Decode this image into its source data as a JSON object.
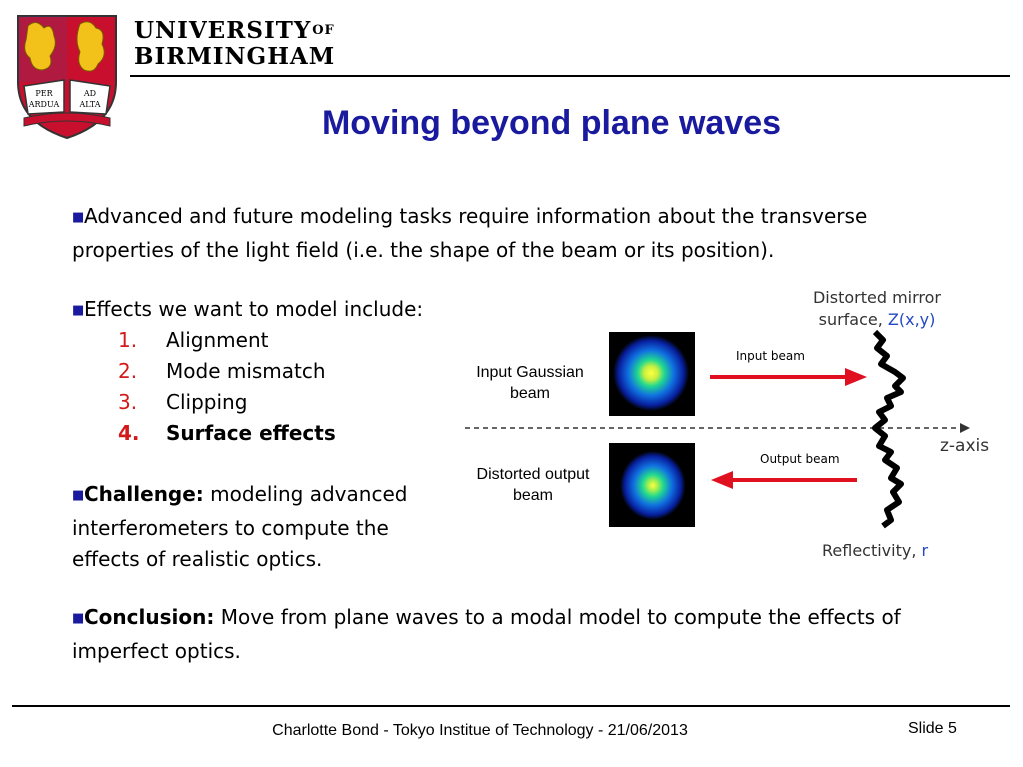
{
  "header": {
    "university_line1": "UNIVERSITY",
    "university_of": "OF",
    "university_line2": "BIRMINGHAM",
    "crest_motto_left_1": "PER",
    "crest_motto_left_2": "ARDUA",
    "crest_motto_right_1": "AD",
    "crest_motto_right_2": "ALTA"
  },
  "slide": {
    "title": "Moving beyond plane waves",
    "bullet1": "Advanced and future modeling tasks require information about the transverse properties of the light field (i.e. the shape of the beam or its position).",
    "bullet2": "Effects we want to model include:",
    "effects": [
      {
        "num": "1.",
        "label": "Alignment"
      },
      {
        "num": "2.",
        "label": "Mode mismatch"
      },
      {
        "num": "3.",
        "label": "Clipping"
      },
      {
        "num": "4.",
        "label": "Surface effects"
      }
    ],
    "bullet3_bold": "Challenge:",
    "bullet3_rest": " modeling advanced interferometers to compute the effects of realistic optics.",
    "bullet4_bold": "Conclusion:",
    "bullet4_rest": " Move from plane waves to a modal model to compute the effects of imperfect optics."
  },
  "diagram": {
    "input_label": "Input Gaussian beam",
    "output_label": "Distorted output beam",
    "mirror_label": "Distorted mirror surface,",
    "mirror_symbol": "Z(x,y)",
    "input_beam_label": "Input beam",
    "output_beam_label": "Output beam",
    "axis_label": "z-axis",
    "reflectivity_label": "Reflectivity,",
    "reflectivity_symbol": "r",
    "arrow_color": "#e01020"
  },
  "footer": {
    "text": "Charlotte Bond - Tokyo Institue of Technology - 21/06/2013",
    "slide_number": "Slide 5"
  },
  "colors": {
    "title": "#1a1a9e",
    "list_number": "#d21a1a",
    "crest_red": "#c8102e"
  }
}
